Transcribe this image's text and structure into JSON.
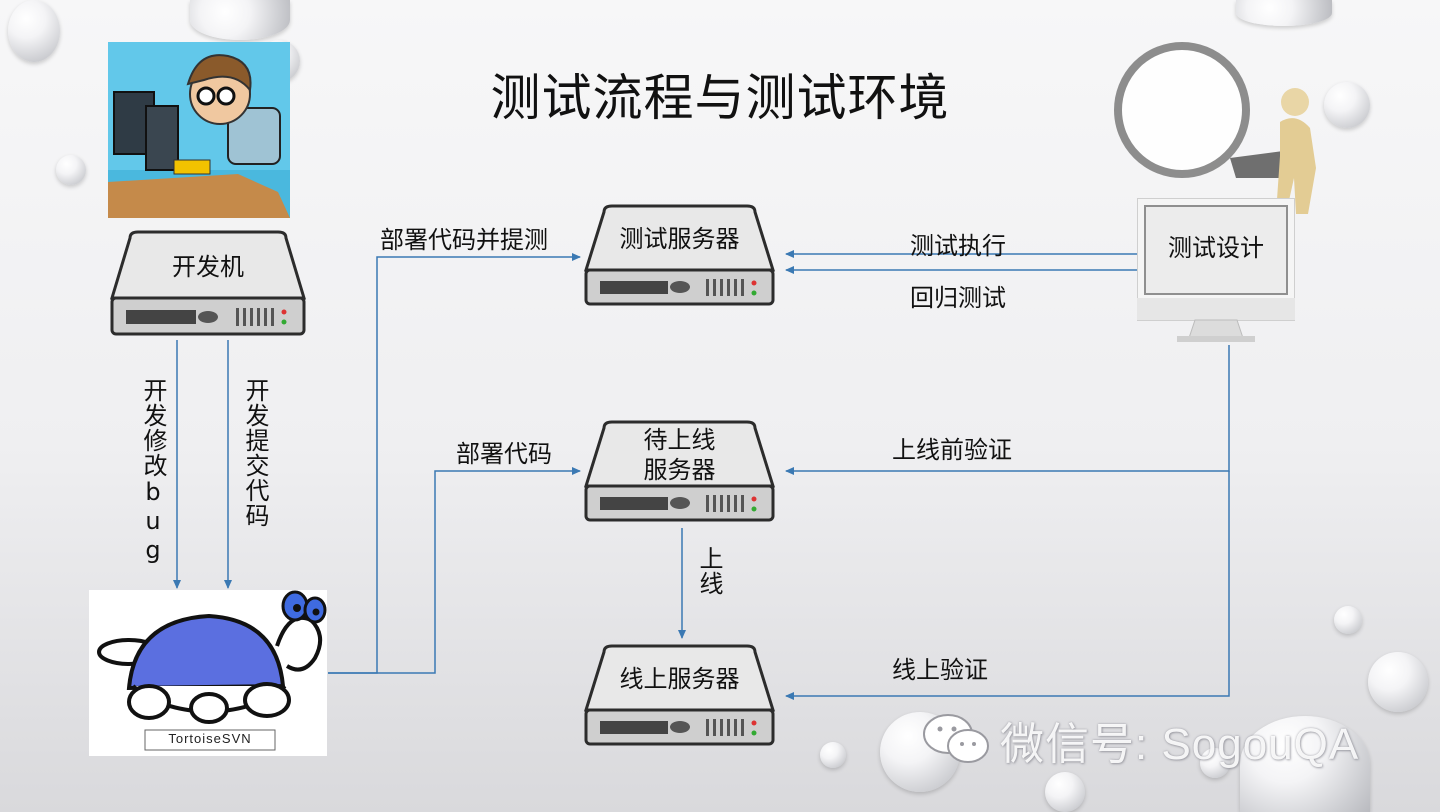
{
  "title": "测试流程与测试环境",
  "nodes": {
    "dev_machine": "开发机",
    "test_server": "测试服务器",
    "staging_server": "待上线\n服务器",
    "prod_server": "线上服务器",
    "test_design": "测试设计",
    "svn_logo_text": "TortoiseSVN"
  },
  "edges": {
    "dev_modify_bug": "开发修改bug",
    "dev_commit_code": "开发提交代码",
    "deploy_and_submit_test": "部署代码并提测",
    "deploy_code": "部署代码",
    "test_execute": "测试执行",
    "regression_test": "回归测试",
    "pre_release_verify": "上线前验证",
    "go_live": "上线",
    "online_verify": "线上验证"
  },
  "watermark": "微信号: SogouQA",
  "colors": {
    "arrow": "#3b79b3",
    "text": "#111111"
  }
}
